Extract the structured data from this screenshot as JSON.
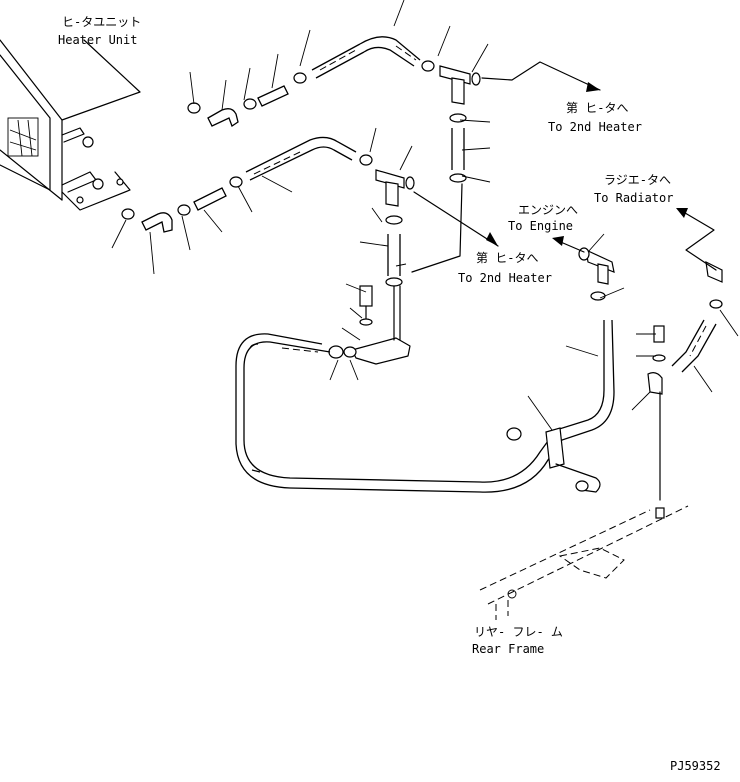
{
  "labels": {
    "heater_unit_jp": "ヒ-タユニット",
    "heater_unit_en": "Heater Unit",
    "second_heater_top_jp": "第 ヒ-タへ",
    "second_heater_top_en": "To 2nd Heater",
    "radiator_jp": "ラジエ-タへ",
    "radiator_en": "To Radiator",
    "engine_jp": "エンジンへ",
    "engine_en": "To Engine",
    "second_heater_mid_jp": "第 ヒ-タへ",
    "second_heater_mid_en": "To 2nd Heater",
    "rear_frame_jp": "リヤ- フレ- ム",
    "rear_frame_en": "Rear Frame",
    "drawing_number": "PJ59352"
  },
  "colors": {
    "line": "#000000",
    "background": "#ffffff"
  }
}
